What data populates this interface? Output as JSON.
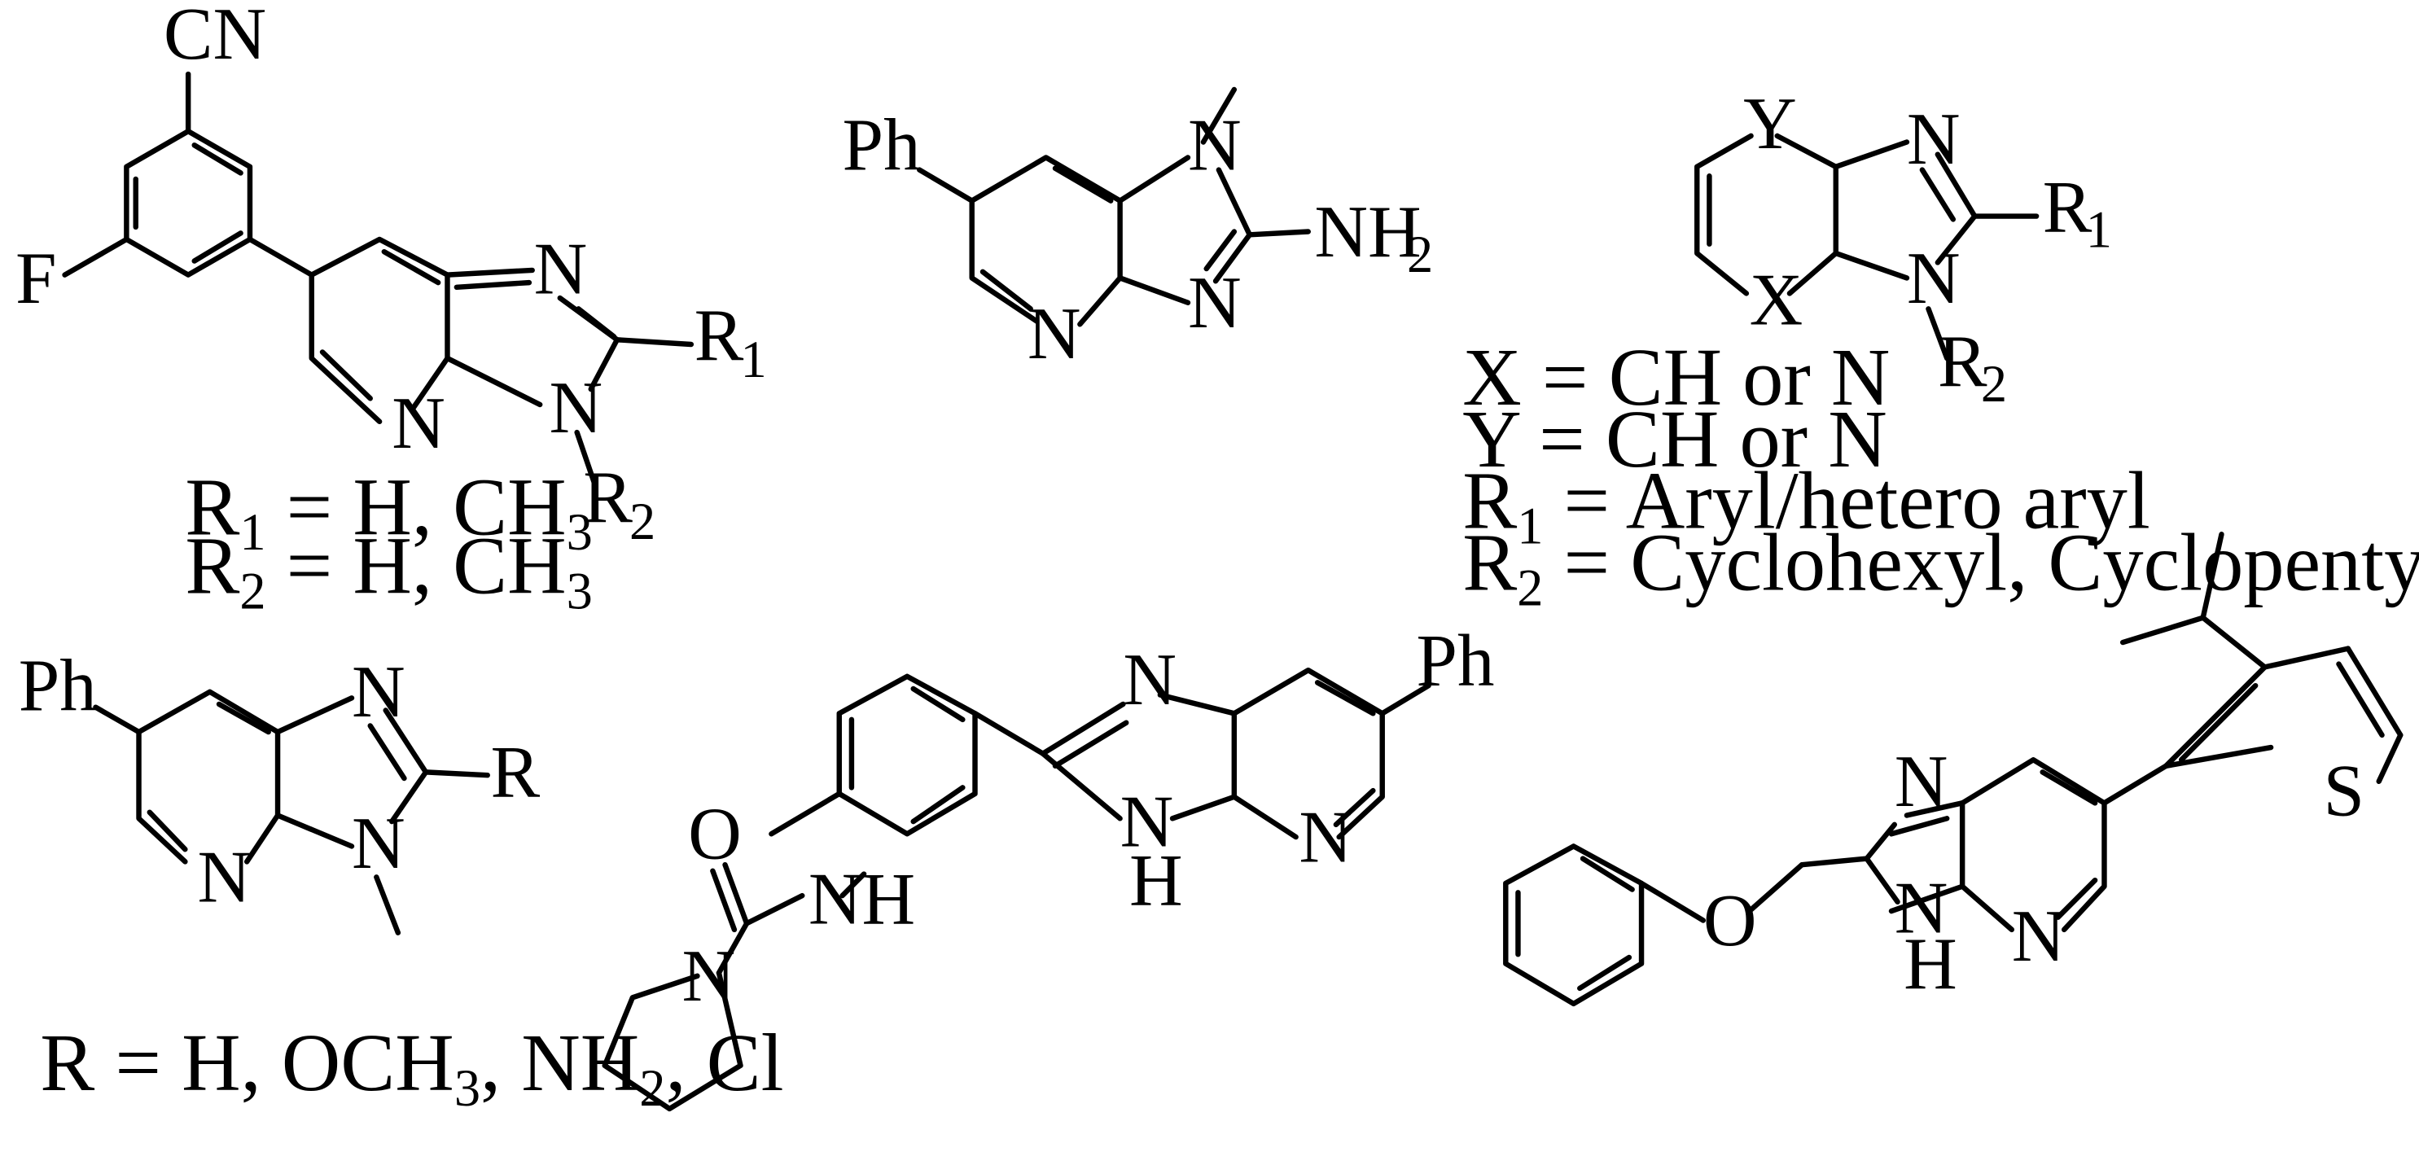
{
  "atoms": {
    "cn": "CN",
    "f": "F",
    "n": "N",
    "r": "R",
    "ph": "Ph",
    "nh": "NH",
    "h": "H",
    "o": "O",
    "s": "S",
    "x": "X",
    "y": "Y",
    "sub1": "1",
    "sub2": "2"
  },
  "notes": {
    "m1_r1_lead": "R",
    "m1_r1_sub": "1",
    "m1_r1_val": " = H, CH",
    "m1_r1_tail": "3",
    "m1_r2_lead": "R",
    "m1_r2_sub": "2",
    "m1_r2_val": " = H, CH",
    "m1_r2_tail": "3",
    "m3_x": "X = CH or N",
    "m3_y": "Y = CH or N",
    "m3_r1_lead": "R",
    "m3_r1_sub": "1",
    "m3_r1_val": " = Aryl/hetero aryl",
    "m3_r2_lead": "R",
    "m3_r2_sub": "2",
    "m3_r2_val": " = Cyclohexyl, Cyclopentyl",
    "m4_r_val": "R = H, OCH",
    "m4_r_sub3": "3",
    "m4_r_val2": ", NH",
    "m4_r_sub2": "2",
    "m4_r_val3": ", Cl"
  },
  "colors": {
    "ink": "#000000",
    "background": "#ffffff"
  }
}
